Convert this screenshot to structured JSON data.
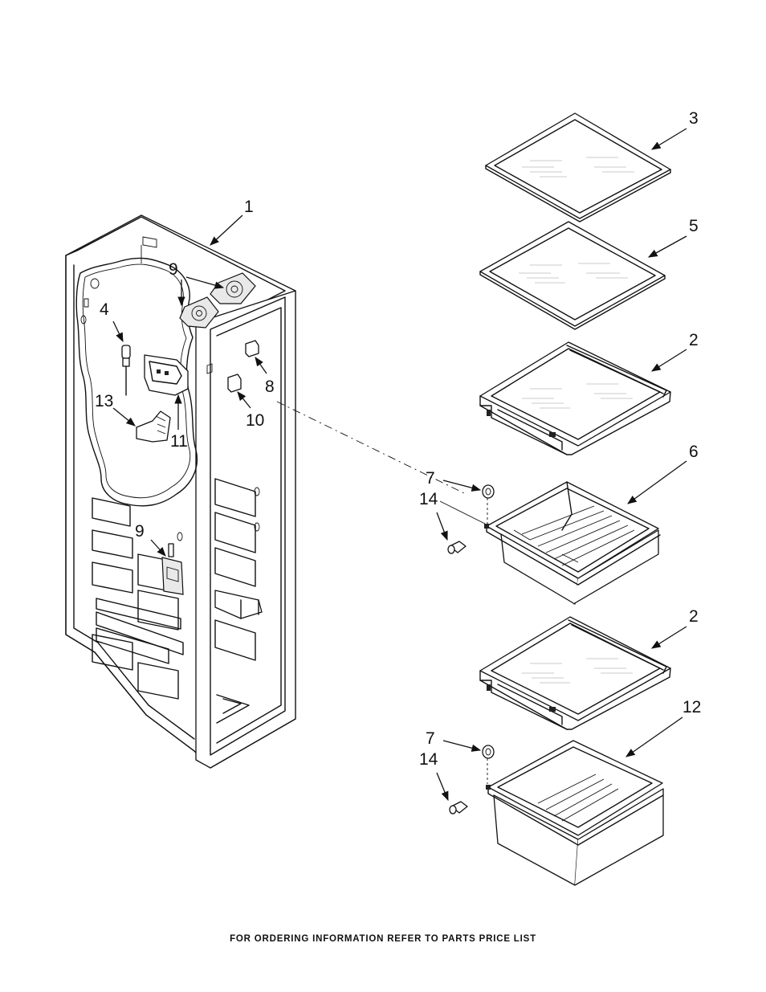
{
  "footer": {
    "text": "FOR ORDERING INFORMATION REFER TO PARTS PRICE LIST"
  },
  "callouts": {
    "c1": "1",
    "c2a": "2",
    "c2b": "2",
    "c3": "3",
    "c4": "4",
    "c5": "5",
    "c6": "6",
    "c7a": "7",
    "c7b": "7",
    "c8": "8",
    "c9a": "9",
    "c9b": "9",
    "c10": "10",
    "c11": "11",
    "c12": "12",
    "c13": "13",
    "c14a": "14",
    "c14b": "14"
  }
}
